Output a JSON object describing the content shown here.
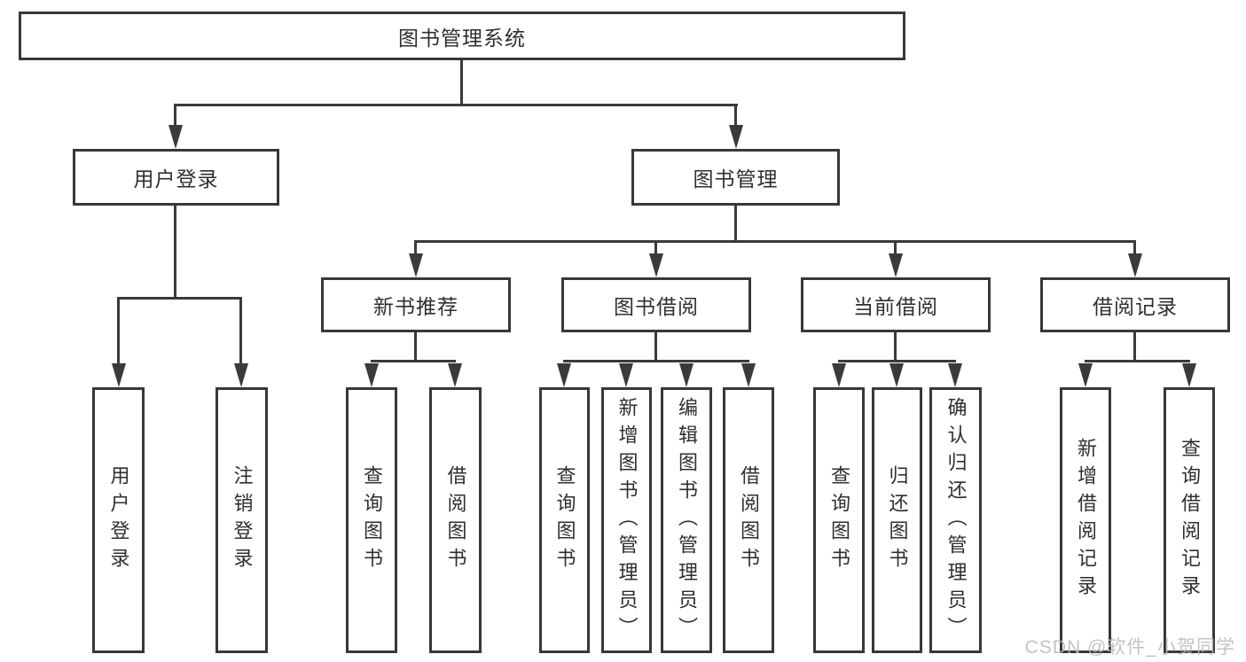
{
  "tree": {
    "root": "图书管理系统",
    "branches": [
      {
        "label": "用户登录",
        "children": [
          "用户登录",
          "注销登录"
        ]
      },
      {
        "label": "图书管理",
        "groups": [
          {
            "label": "新书推荐",
            "children": [
              "查询图书",
              "借阅图书"
            ]
          },
          {
            "label": "图书借阅",
            "children": [
              "查询图书",
              "新增图书（管理员）",
              "编辑图书（管理员）",
              "借阅图书"
            ]
          },
          {
            "label": "当前借阅",
            "children": [
              "查询图书",
              "归还图书",
              "确认归还（管理员）"
            ]
          },
          {
            "label": "借阅记录",
            "children": [
              "新增借阅记录",
              "查询借阅记录"
            ]
          }
        ]
      }
    ]
  },
  "watermark": "CSDN @软件_小贺同学",
  "colors": {
    "line": "#3a3a3a",
    "box_border": "#383838",
    "text": "#2f2f2f",
    "watermark": "#b9b9b9",
    "background": "#ffffff"
  }
}
